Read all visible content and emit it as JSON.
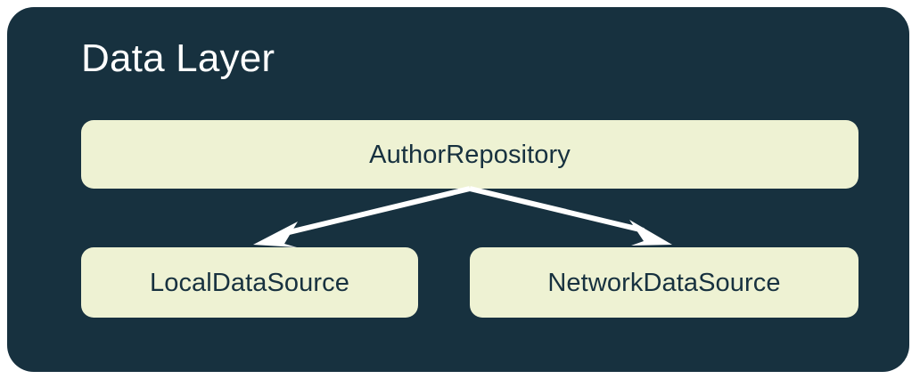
{
  "panel": {
    "title": "Data Layer",
    "background_color": "#17313f",
    "title_color": "#ffffff"
  },
  "nodes": {
    "repository": {
      "label": "AuthorRepository",
      "fill_color": "#eef2d3",
      "text_color": "#17313f"
    },
    "local": {
      "label": "LocalDataSource",
      "fill_color": "#eef2d3",
      "text_color": "#17313f"
    },
    "network": {
      "label": "NetworkDataSource",
      "fill_color": "#eef2d3",
      "text_color": "#17313f"
    }
  },
  "connections": [
    {
      "name": "repository-to-local",
      "from": "repository",
      "to": "local",
      "color": "#ffffff",
      "direction": "down-left"
    },
    {
      "name": "repository-to-network",
      "from": "repository",
      "to": "network",
      "color": "#ffffff",
      "direction": "down-right"
    }
  ]
}
